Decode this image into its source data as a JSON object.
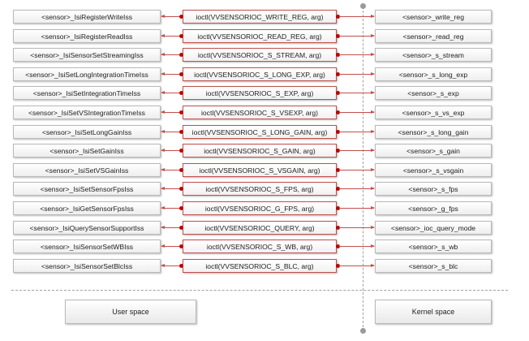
{
  "rows": [
    {
      "user": "<sensor>_IsiRegisterWriteIss",
      "ioctl": "ioctl(VVSENSORIOC_WRITE_REG, arg)",
      "kernel": "<sensor>_write_reg"
    },
    {
      "user": "<sensor>_IsiRegisterReadIss",
      "ioctl": "ioctl(VVSENSORIOC_READ_REG, arg)",
      "kernel": "<sensor>_read_reg"
    },
    {
      "user": "<sensor>_IsiSensorSetStreamingIss",
      "ioctl": "ioctl(VVSENSORIOC_S_STREAM, arg)",
      "kernel": "<sensor>_s_stream"
    },
    {
      "user": "<sensor>_IsiSetLongIntegrationTimeIss",
      "ioctl": "ioctl(VVSENSORIOC_S_LONG_EXP, arg)",
      "kernel": "<sensor>_s_long_exp"
    },
    {
      "user": "<sensor>_IsiSetIntegrationTimeIss",
      "ioctl": "ioctl(VVSENSORIOC_S_EXP, arg)",
      "kernel": "<sensor>_s_exp"
    },
    {
      "user": "<sensor>_IsiSetVSIntegrationTimeIss",
      "ioctl": "ioctl(VVSENSORIOC_S_VSEXP, arg)",
      "kernel": "<sensor>_s_vs_exp"
    },
    {
      "user": "<sensor>_IsiSetLongGainIss",
      "ioctl": "ioctl(VVSENSORIOC_S_LONG_GAIN, arg)",
      "kernel": "<sensor>_s_long_gain"
    },
    {
      "user": "<sensor>_IsiSetGainIss",
      "ioctl": "ioctl(VVSENSORIOC_S_GAIN, arg)",
      "kernel": "<sensor>_s_gain"
    },
    {
      "user": "<sensor>_IsiSetVSGainIss",
      "ioctl": "ioctl(VVSENSORIOC_S_VSGAIN, arg)",
      "kernel": "<sensor>_s_vsgain"
    },
    {
      "user": "<sensor>_IsiSetSensorFpsIss",
      "ioctl": "ioctl(VVSENSORIOC_S_FPS, arg)",
      "kernel": "<sensor>_s_fps"
    },
    {
      "user": "<sensor>_IsiGetSensorFpsIss",
      "ioctl": "ioctl(VVSENSORIOC_G_FPS, arg)",
      "kernel": "<sensor>_g_fps"
    },
    {
      "user": "<sensor>_IsiQuerySensorSupportIss",
      "ioctl": "ioctl(VVSENSORIOC_QUERY, arg)",
      "kernel": "<sensor>_ioc_query_mode"
    },
    {
      "user": "<sensor>_IsiSensorSetWBIss",
      "ioctl": "ioctl(VVSENSORIOC_S_WB, arg)",
      "kernel": "<sensor>_s_wb"
    },
    {
      "user": "<sensor>_IsiSensorSetBlcIss",
      "ioctl": "ioctl(VVSENSORIOC_S_BLC, arg)",
      "kernel": "<sensor>_s_blc"
    }
  ],
  "zones": {
    "user_space": "User space",
    "kernel_space": "Kernel space"
  },
  "colors": {
    "connector": "#c0504d",
    "divider": "#a0a0a0"
  }
}
